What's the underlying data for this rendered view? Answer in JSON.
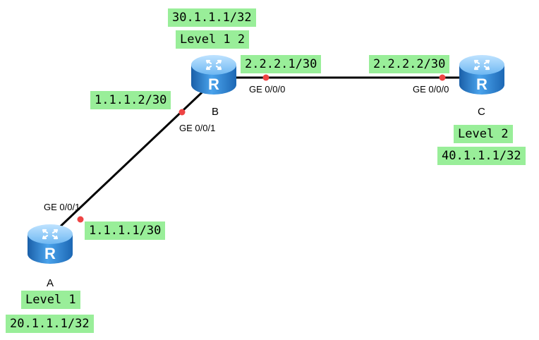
{
  "routers": {
    "a": {
      "name": "A",
      "level": "Level 1",
      "loopback": "20.1.1.1/32",
      "icon": "router-icon"
    },
    "b": {
      "name": "B",
      "level": "Level 1 2",
      "loopback": "30.1.1.1/32",
      "icon": "router-icon"
    },
    "c": {
      "name": "C",
      "level": "Level 2",
      "loopback": "40.1.1.1/32",
      "icon": "router-icon"
    }
  },
  "links": {
    "a_b": {
      "a_port": "GE 0/0/1",
      "a_ip": "1.1.1.1/30",
      "b_port": "GE 0/0/1",
      "b_ip": "1.1.1.2/30"
    },
    "b_c": {
      "b_port": "GE 0/0/0",
      "b_ip": "2.2.2.1/30",
      "c_port": "GE 0/0/0",
      "c_ip": "2.2.2.2/30"
    }
  },
  "colors": {
    "label_bg": "#99ee99",
    "link": "#000000",
    "port_dot": "#ee4444",
    "router_body": "#2f86d6"
  }
}
